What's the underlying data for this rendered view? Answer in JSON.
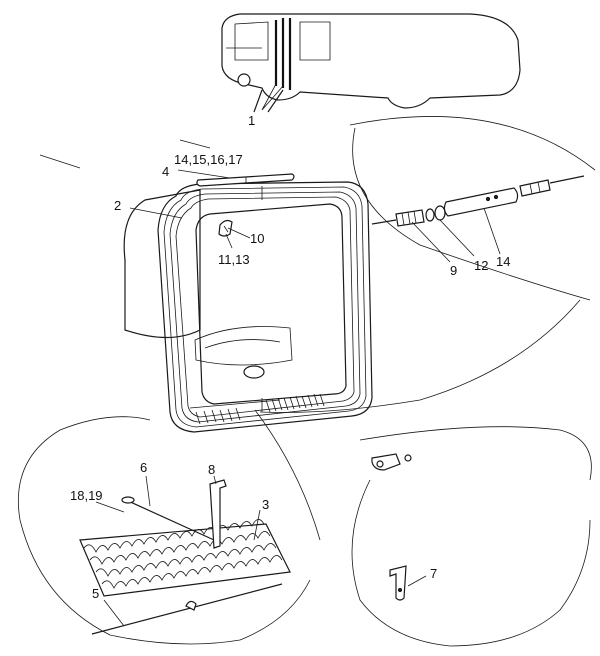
{
  "diagram": {
    "type": "exploded-parts-drawing",
    "callouts": {
      "c1": "1",
      "c2": "2",
      "c3": "3",
      "c4": "4",
      "c5": "5",
      "c6": "6",
      "c7": "7",
      "c8": "8",
      "c9": "9",
      "c10": "10",
      "c11_13": "11,13",
      "c12": "12",
      "c14": "14",
      "c14_17": "14,15,16,17",
      "c18_19": "18,19"
    }
  }
}
